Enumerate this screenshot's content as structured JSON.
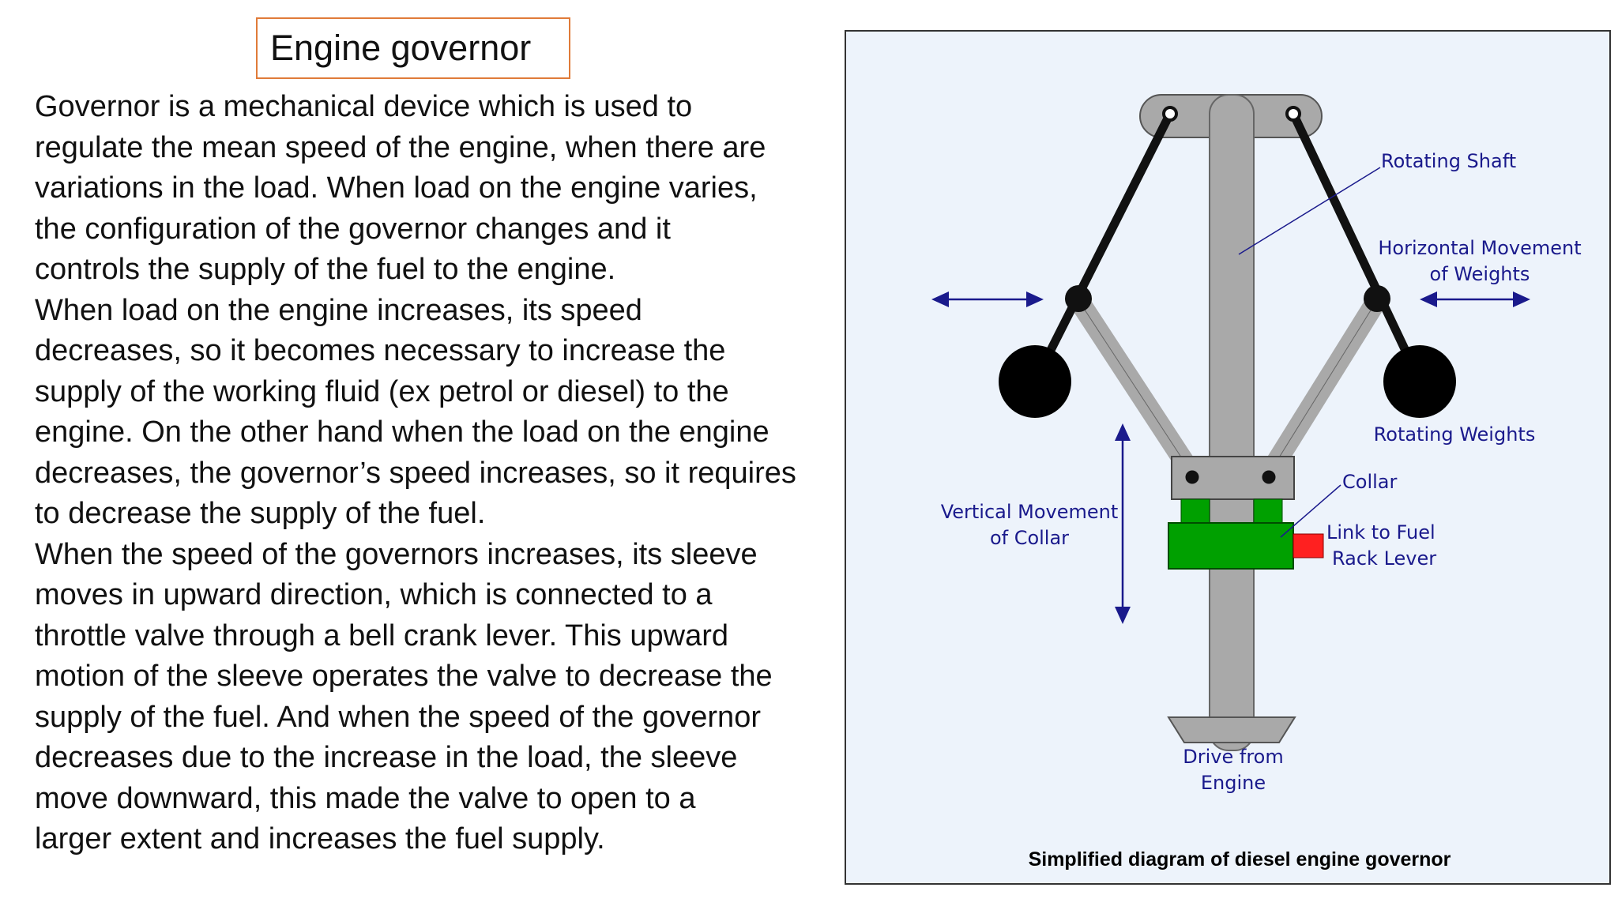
{
  "slide": {
    "title": "Engine governor",
    "body_lines": [
      "Governor is a mechanical device which is used to",
      "regulate the mean speed of the engine, when there are",
      "variations in the load. When load on the engine varies,",
      "the configuration of the governor changes and it",
      "controls the supply of the fuel to the engine.",
      "When load on the engine increases, its speed",
      "decreases, so it becomes necessary to increase the",
      "supply of the working fluid (ex petrol or diesel) to the",
      "engine. On the other hand when the load on the engine",
      "decreases, the governor’s speed increases, so it requires",
      "to decrease the supply of the fuel.",
      "When the speed of the governors increases, its sleeve",
      "moves in upward direction, which is connected to a",
      "throttle valve through a bell crank lever. This upward",
      "motion of the sleeve operates the valve to decrease the",
      "supply of the fuel. And when the speed of the governor",
      "decreases due to the increase in the load, the sleeve",
      "move downward, this made the valve to open to a",
      "larger extent and increases the fuel supply."
    ]
  },
  "diagram": {
    "labels": {
      "rotating_shaft": "Rotating Shaft",
      "horizontal_movement_1": "Horizontal Movement",
      "horizontal_movement_2": "of Weights",
      "rotating_weights": "Rotating Weights",
      "collar": "Collar",
      "vertical_movement_1": "Vertical Movement",
      "vertical_movement_2": "of Collar",
      "link_fuel_1": "Link to Fuel",
      "link_fuel_2": "Rack Lever",
      "drive_1": "Drive from",
      "drive_2": "Engine"
    },
    "caption": "Simplified diagram of diesel engine governor",
    "colors": {
      "background": "#edf3fb",
      "shaft": "#a9a9a9",
      "collar": "#00a000",
      "fuel_link": "#ff2020",
      "label_text": "#1a1a8c",
      "title_border": "#e07b39"
    }
  }
}
